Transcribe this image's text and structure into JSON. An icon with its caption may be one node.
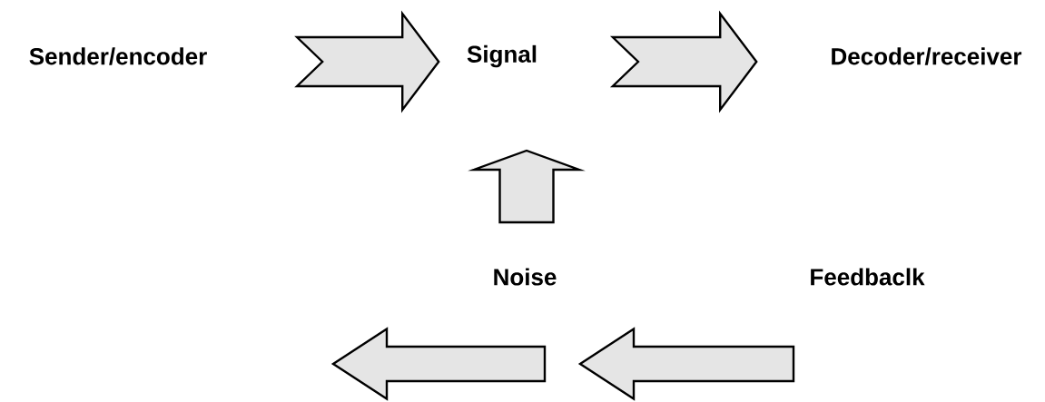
{
  "diagram": {
    "nodes": [
      {
        "text": [
          "Sender/encoder"
        ]
      },
      {
        "text": [
          "Signal"
        ]
      },
      {
        "text": [
          "Decoder/receiver"
        ]
      },
      {
        "text": [
          "Noise"
        ]
      },
      {
        "text": [
          "Feedbaclk"
        ]
      }
    ],
    "edges": [
      {
        "from": 0,
        "to": 1,
        "arrow": "to"
      },
      {
        "from": 1,
        "to": 2,
        "arrow": "to"
      },
      {
        "from": 3,
        "to": 1,
        "arrow": "to"
      }
    ]
  }
}
